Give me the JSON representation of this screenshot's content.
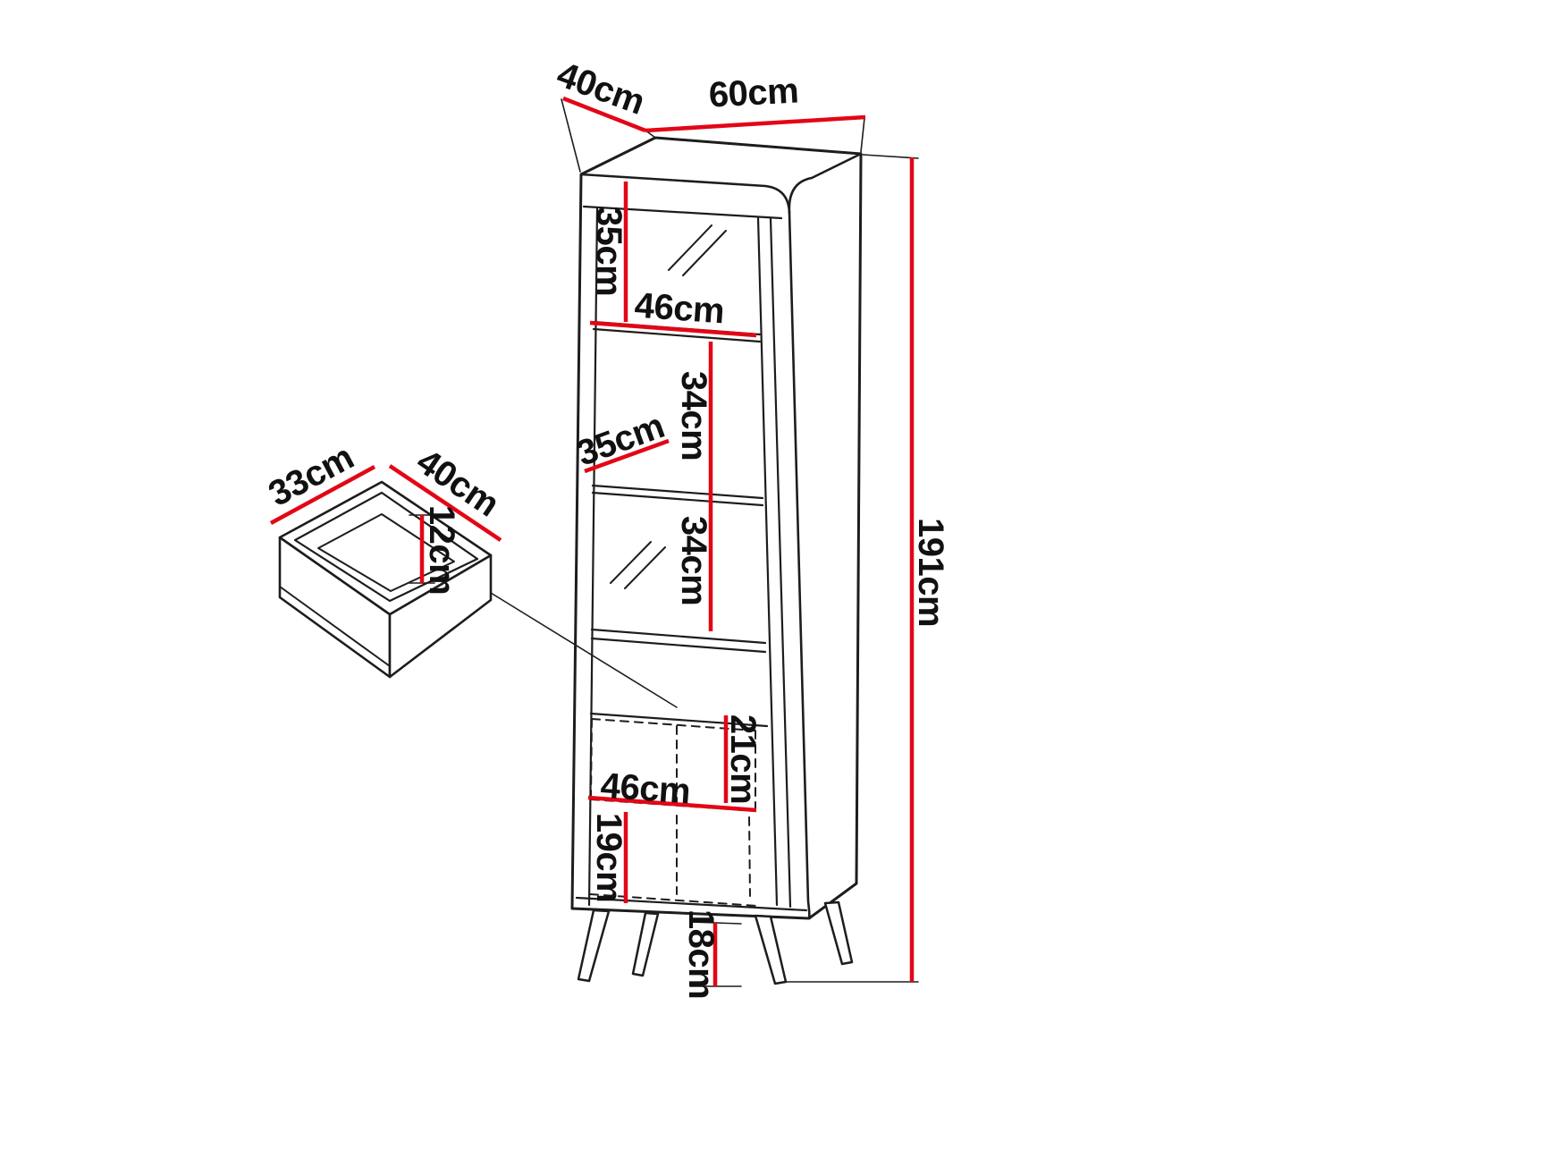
{
  "page": {
    "background": "#ffffff"
  },
  "colors": {
    "outline": "#1d1d1b",
    "dimension": "#e30616",
    "label_text": "#111111"
  },
  "cabinet": {
    "top_depth": "40cm",
    "top_width": "60cm",
    "total_height": "191cm",
    "section1_height": "35cm",
    "inner_width_upper": "46cm",
    "section2_height": "34cm",
    "shelf_depth": "35cm",
    "section3_height": "34cm",
    "lower_compartment_height": "21cm",
    "inner_width_lower": "46cm",
    "base_section_height": "19cm",
    "leg_height": "18cm"
  },
  "drawer": {
    "depth": "33cm",
    "width": "40cm",
    "front_height": "12cm"
  }
}
